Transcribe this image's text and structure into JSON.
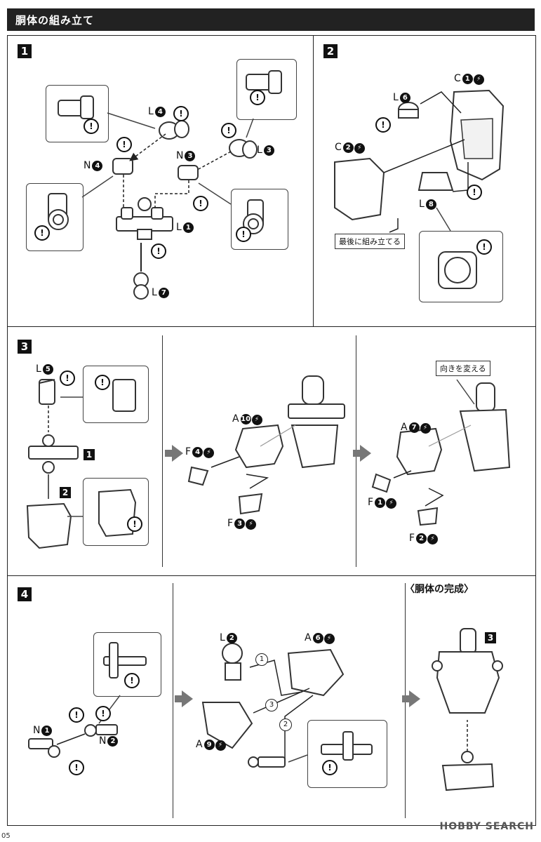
{
  "header": {
    "title": "胴体の組み立て"
  },
  "steps": [
    {
      "number": "1"
    },
    {
      "number": "2"
    },
    {
      "number": "3"
    },
    {
      "number": "4"
    }
  ],
  "step1": {
    "parts": {
      "l4": "L",
      "l4_num": "4",
      "n4": "N",
      "n4_num": "4",
      "n3": "N",
      "n3_num": "3",
      "l3": "L",
      "l3_num": "3",
      "l1": "L",
      "l1_num": "1",
      "l7": "L",
      "l7_num": "7"
    }
  },
  "step2": {
    "parts": {
      "c1": "C",
      "c1_num": "1",
      "l6": "L",
      "l6_num": "6",
      "c2": "C",
      "c2_num": "2",
      "l8": "L",
      "l8_num": "8"
    },
    "note": "最後に組み立てる"
  },
  "step3": {
    "parts": {
      "l5": "L",
      "l5_num": "5",
      "a10": "A",
      "a10_num": "10",
      "f4": "F",
      "f4_num": "4",
      "f3": "F",
      "f3_num": "3",
      "a7": "A",
      "a7_num": "7",
      "f1": "F",
      "f1_num": "1",
      "f2": "F",
      "f2_num": "2"
    },
    "ref1": "1",
    "ref2": "2",
    "note": "向きを変える"
  },
  "step4": {
    "parts": {
      "n1": "N",
      "n1_num": "1",
      "n2": "N",
      "n2_num": "2",
      "l2": "L",
      "l2_num": "2",
      "a6": "A",
      "a6_num": "6",
      "a9": "A",
      "a9_num": "9"
    },
    "seq": [
      "1",
      "2",
      "3"
    ],
    "complete_title": "〈胴体の完成〉",
    "ref3": "3"
  },
  "warning_symbol": "!",
  "page_number": "05",
  "watermark": "HOBBY SEARCH",
  "colors": {
    "header_bg": "#222222",
    "arrow": "#777777"
  }
}
